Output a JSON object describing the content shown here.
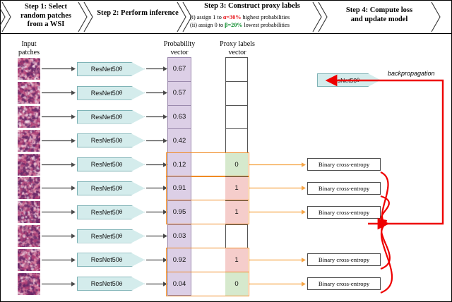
{
  "header": {
    "steps": [
      {
        "title": "Step 1: Select\nrandom patches\nfrom a WSI",
        "lines": [
          "Step 1: Select",
          "random patches",
          "from a WSI"
        ]
      },
      {
        "title": "Step 2: Perform inference",
        "lines": [
          "Step 2: Perform inference"
        ]
      },
      {
        "title": "Step 3: Construct proxy labels",
        "lines": [
          "Step 3: Construct proxy labels"
        ],
        "sub_prefix_1": "(i) assign 1 to ",
        "sub_alpha": "α=30%",
        "sub_suffix_1": " highest probabilities",
        "sub_prefix_2": "(ii) assign 0 to ",
        "sub_beta": "β=20%",
        "sub_suffix_2": " lowest probabilities"
      },
      {
        "title": "Step 4: Compute loss\nand update model",
        "lines": [
          "Step 4: Compute loss",
          "and update model"
        ]
      }
    ]
  },
  "captions": {
    "input_patches": "Input\npatches",
    "input_patches_lines": [
      "Input",
      "patches"
    ],
    "probability_vector_lines": [
      "Probability",
      "vector"
    ],
    "proxy_labels_lines": [
      "Proxy labels",
      "vector"
    ]
  },
  "model": {
    "block_label": "ResNet50",
    "block_subscript": "θ",
    "backprop_label": "backpropagation"
  },
  "loss": {
    "bce_label": "Binary cross-entropy",
    "bce_count": 5
  },
  "colors": {
    "alpha_red": "#e8151b",
    "beta_green": "#0a8a2a",
    "probability_fill": "#dccfe6",
    "proxy_positive_fill": "#f5cdcb",
    "proxy_negative_fill": "#d6e9cd",
    "selection_orange": "#f08a24",
    "backprop_red": "#ee0000",
    "resnet_fill": "#d4ecec"
  },
  "rows": [
    {
      "index": 0,
      "probability": "0.67",
      "proxy": "",
      "selected": false,
      "proxy_style": "none"
    },
    {
      "index": 1,
      "probability": "0.57",
      "proxy": "",
      "selected": false,
      "proxy_style": "none"
    },
    {
      "index": 2,
      "probability": "0.63",
      "proxy": "",
      "selected": false,
      "proxy_style": "none"
    },
    {
      "index": 3,
      "probability": "0.42",
      "proxy": "",
      "selected": false,
      "proxy_style": "none"
    },
    {
      "index": 4,
      "probability": "0.12",
      "proxy": "0",
      "selected": true,
      "proxy_style": "green"
    },
    {
      "index": 5,
      "probability": "0.91",
      "proxy": "1",
      "selected": true,
      "proxy_style": "pink"
    },
    {
      "index": 6,
      "probability": "0.95",
      "proxy": "1",
      "selected": true,
      "proxy_style": "pink"
    },
    {
      "index": 7,
      "probability": "0.03",
      "proxy": "",
      "selected": false,
      "proxy_style": "none"
    },
    {
      "index": 8,
      "probability": "0.92",
      "proxy": "1",
      "selected": true,
      "proxy_style": "pink"
    },
    {
      "index": 9,
      "probability": "0.04",
      "proxy": "0",
      "selected": true,
      "proxy_style": "green"
    }
  ]
}
